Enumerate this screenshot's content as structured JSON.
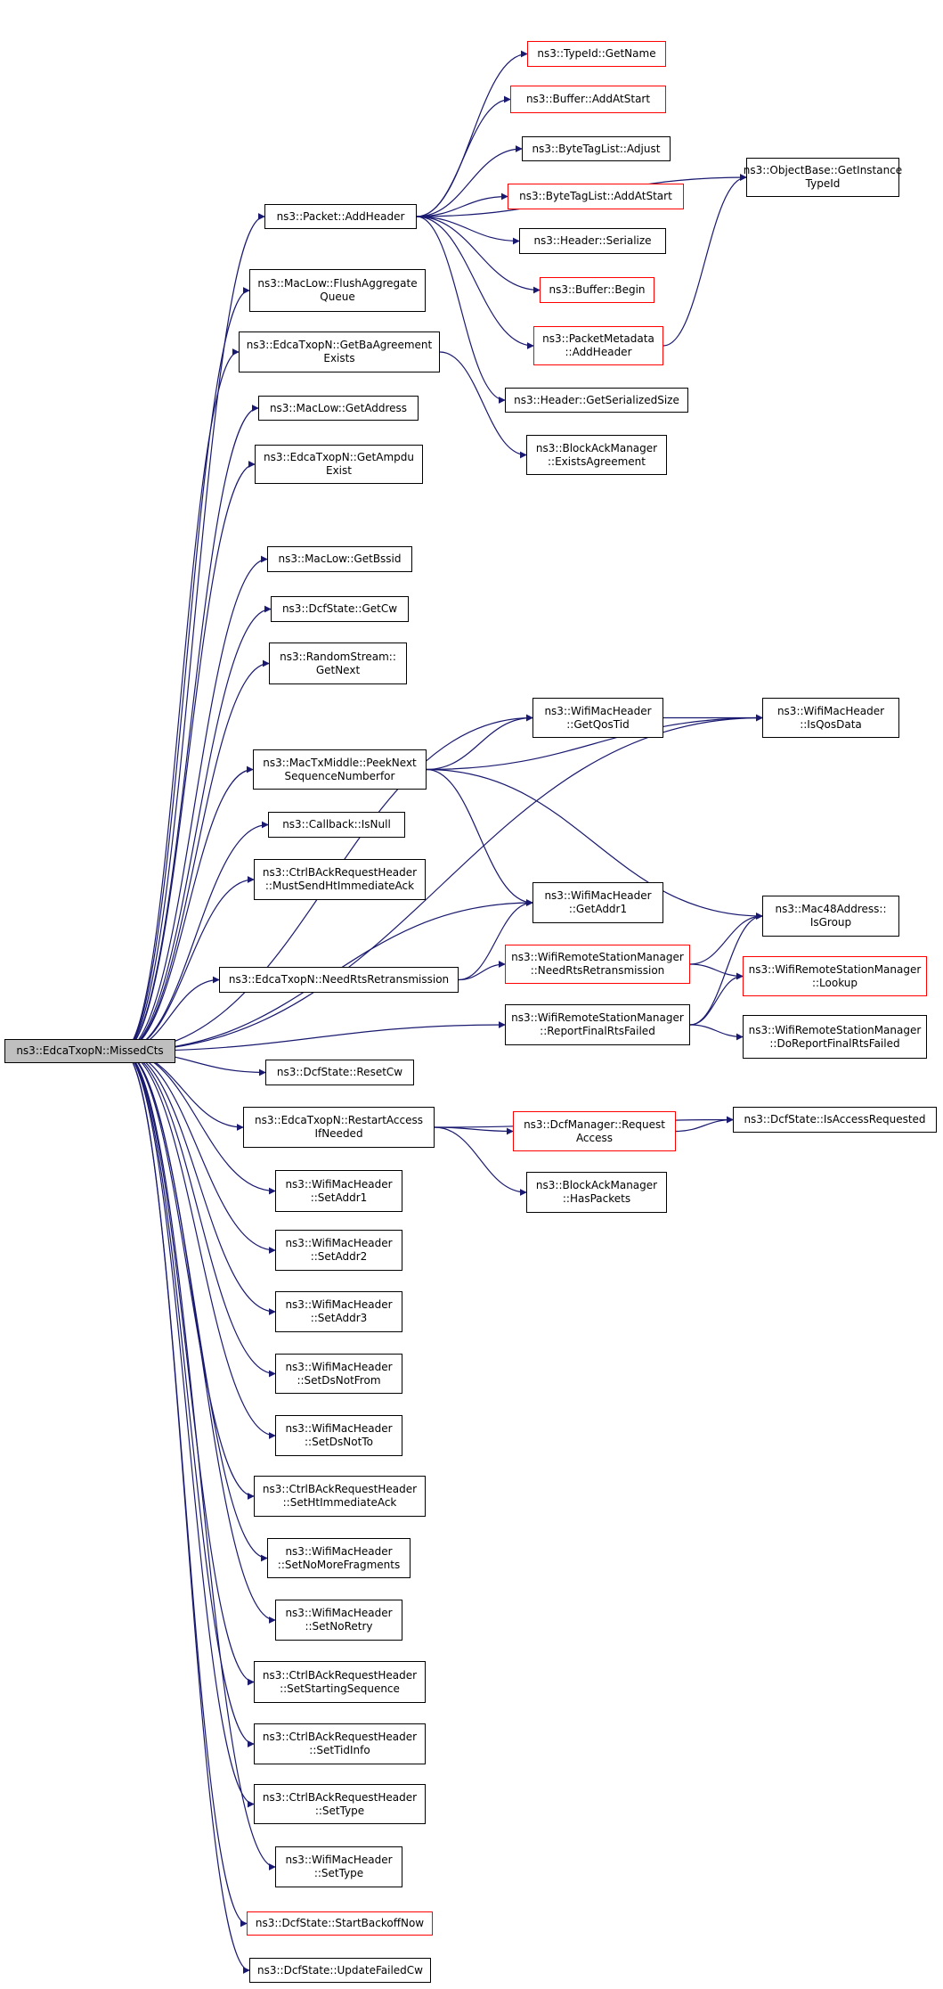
{
  "colors": {
    "edge": "#191970",
    "box_border": "#000000",
    "external_border": "#ff0000",
    "root_fill": "#bfbfbf"
  },
  "nodes": {
    "root": {
      "label": "ns3::EdcaTxopN::MissedCts",
      "style": "root"
    },
    "packet_add_header": {
      "label": "ns3::Packet::AddHeader",
      "style": "normal"
    },
    "typeid_get_name": {
      "label": "ns3::TypeId::GetName",
      "style": "external"
    },
    "buffer_add_at_start": {
      "label": "ns3::Buffer::AddAtStart",
      "style": "external"
    },
    "bytetaglist_adjust": {
      "label": "ns3::ByteTagList::Adjust",
      "style": "normal"
    },
    "bytetaglist_add_at_start": {
      "label": "ns3::ByteTagList::AddAtStart",
      "style": "external"
    },
    "header_serialize": {
      "label": "ns3::Header::Serialize",
      "style": "normal"
    },
    "buffer_begin": {
      "label": "ns3::Buffer::Begin",
      "style": "external"
    },
    "packetmetadata_add_header": {
      "label": "ns3::PacketMetadata\n::AddHeader",
      "style": "external"
    },
    "header_get_serialized_size": {
      "label": "ns3::Header::GetSerializedSize",
      "style": "normal"
    },
    "objectbase_get_instance_typeid": {
      "label": "ns3::ObjectBase::GetInstance\nTypeId",
      "style": "normal"
    },
    "maclow_flush_aggregate_queue": {
      "label": "ns3::MacLow::FlushAggregate\nQueue",
      "style": "normal"
    },
    "edca_get_ba_agreement_exists": {
      "label": "ns3::EdcaTxopN::GetBaAgreement\nExists",
      "style": "normal"
    },
    "blockack_exists_agreement": {
      "label": "ns3::BlockAckManager\n::ExistsAgreement",
      "style": "normal"
    },
    "maclow_get_address": {
      "label": "ns3::MacLow::GetAddress",
      "style": "normal"
    },
    "edca_get_ampdu_exist": {
      "label": "ns3::EdcaTxopN::GetAmpdu\nExist",
      "style": "normal"
    },
    "maclow_get_bssid": {
      "label": "ns3::MacLow::GetBssid",
      "style": "normal"
    },
    "dcfstate_get_cw": {
      "label": "ns3::DcfState::GetCw",
      "style": "normal"
    },
    "randomstream_get_next": {
      "label": "ns3::RandomStream::\nGetNext",
      "style": "normal"
    },
    "wifimacheader_get_qos_tid": {
      "label": "ns3::WifiMacHeader\n::GetQosTid",
      "style": "normal"
    },
    "wifimacheader_is_qos_data": {
      "label": "ns3::WifiMacHeader\n::IsQosData",
      "style": "normal"
    },
    "mactxmiddle_peek_next": {
      "label": "ns3::MacTxMiddle::PeekNext\nSequenceNumberfor",
      "style": "normal"
    },
    "callback_is_null": {
      "label": "ns3::Callback::IsNull",
      "style": "normal"
    },
    "ctrlback_must_send_ht": {
      "label": "ns3::CtrlBAckRequestHeader\n::MustSendHtImmediateAck",
      "style": "normal"
    },
    "wifimacheader_get_addr1": {
      "label": "ns3::WifiMacHeader\n::GetAddr1",
      "style": "normal"
    },
    "mac48_is_group": {
      "label": "ns3::Mac48Address::\nIsGroup",
      "style": "normal"
    },
    "edca_need_rts_retransmission": {
      "label": "ns3::EdcaTxopN::NeedRtsRetransmission",
      "style": "normal"
    },
    "wrsm_need_rts_retransmission": {
      "label": "ns3::WifiRemoteStationManager\n::NeedRtsRetransmission",
      "style": "external"
    },
    "wrsm_lookup": {
      "label": "ns3::WifiRemoteStationManager\n::Lookup",
      "style": "external"
    },
    "wrsm_report_final_rts_failed": {
      "label": "ns3::WifiRemoteStationManager\n::ReportFinalRtsFailed",
      "style": "normal"
    },
    "wrsm_do_report_final_rts_failed": {
      "label": "ns3::WifiRemoteStationManager\n::DoReportFinalRtsFailed",
      "style": "normal"
    },
    "dcfstate_reset_cw": {
      "label": "ns3::DcfState::ResetCw",
      "style": "normal"
    },
    "edca_restart_access_if_needed": {
      "label": "ns3::EdcaTxopN::RestartAccess\nIfNeeded",
      "style": "normal"
    },
    "dcfmanager_request_access": {
      "label": "ns3::DcfManager::Request\nAccess",
      "style": "external"
    },
    "dcfstate_is_access_requested": {
      "label": "ns3::DcfState::IsAccessRequested",
      "style": "normal"
    },
    "blockack_has_packets": {
      "label": "ns3::BlockAckManager\n::HasPackets",
      "style": "normal"
    },
    "wifimacheader_set_addr1": {
      "label": "ns3::WifiMacHeader\n::SetAddr1",
      "style": "normal"
    },
    "wifimacheader_set_addr2": {
      "label": "ns3::WifiMacHeader\n::SetAddr2",
      "style": "normal"
    },
    "wifimacheader_set_addr3": {
      "label": "ns3::WifiMacHeader\n::SetAddr3",
      "style": "normal"
    },
    "wifimacheader_set_ds_not_from": {
      "label": "ns3::WifiMacHeader\n::SetDsNotFrom",
      "style": "normal"
    },
    "wifimacheader_set_ds_not_to": {
      "label": "ns3::WifiMacHeader\n::SetDsNotTo",
      "style": "normal"
    },
    "ctrlback_set_ht_immediate_ack": {
      "label": "ns3::CtrlBAckRequestHeader\n::SetHtImmediateAck",
      "style": "normal"
    },
    "wifimacheader_set_no_more_fragments": {
      "label": "ns3::WifiMacHeader\n::SetNoMoreFragments",
      "style": "normal"
    },
    "wifimacheader_set_no_retry": {
      "label": "ns3::WifiMacHeader\n::SetNoRetry",
      "style": "normal"
    },
    "ctrlback_set_starting_sequence": {
      "label": "ns3::CtrlBAckRequestHeader\n::SetStartingSequence",
      "style": "normal"
    },
    "ctrlback_set_tid_info": {
      "label": "ns3::CtrlBAckRequestHeader\n::SetTidInfo",
      "style": "normal"
    },
    "ctrlback_set_type": {
      "label": "ns3::CtrlBAckRequestHeader\n::SetType",
      "style": "normal"
    },
    "wifimacheader_set_type": {
      "label": "ns3::WifiMacHeader\n::SetType",
      "style": "normal"
    },
    "dcfstate_start_backoff_now": {
      "label": "ns3::DcfState::StartBackoffNow",
      "style": "external"
    },
    "dcfstate_update_failed_cw": {
      "label": "ns3::DcfState::UpdateFailedCw",
      "style": "normal"
    }
  },
  "edges": [
    [
      "root",
      "packet_add_header"
    ],
    [
      "root",
      "maclow_flush_aggregate_queue"
    ],
    [
      "root",
      "edca_get_ba_agreement_exists"
    ],
    [
      "root",
      "maclow_get_address"
    ],
    [
      "root",
      "edca_get_ampdu_exist"
    ],
    [
      "root",
      "wifimacheader_is_qos_data"
    ],
    [
      "root",
      "maclow_get_bssid"
    ],
    [
      "root",
      "dcfstate_get_cw"
    ],
    [
      "root",
      "randomstream_get_next"
    ],
    [
      "root",
      "wifimacheader_get_qos_tid"
    ],
    [
      "root",
      "mactxmiddle_peek_next"
    ],
    [
      "root",
      "callback_is_null"
    ],
    [
      "root",
      "ctrlback_must_send_ht"
    ],
    [
      "root",
      "wifimacheader_get_addr1"
    ],
    [
      "root",
      "edca_need_rts_retransmission"
    ],
    [
      "root",
      "wrsm_report_final_rts_failed"
    ],
    [
      "root",
      "dcfstate_reset_cw"
    ],
    [
      "root",
      "edca_restart_access_if_needed"
    ],
    [
      "root",
      "wifimacheader_set_addr1"
    ],
    [
      "root",
      "wifimacheader_set_addr2"
    ],
    [
      "root",
      "wifimacheader_set_addr3"
    ],
    [
      "root",
      "wifimacheader_set_ds_not_from"
    ],
    [
      "root",
      "wifimacheader_set_ds_not_to"
    ],
    [
      "root",
      "ctrlback_set_ht_immediate_ack"
    ],
    [
      "root",
      "wifimacheader_set_no_more_fragments"
    ],
    [
      "root",
      "wifimacheader_set_no_retry"
    ],
    [
      "root",
      "ctrlback_set_starting_sequence"
    ],
    [
      "root",
      "ctrlback_set_tid_info"
    ],
    [
      "root",
      "ctrlback_set_type"
    ],
    [
      "root",
      "wifimacheader_set_type"
    ],
    [
      "root",
      "dcfstate_start_backoff_now"
    ],
    [
      "root",
      "dcfstate_update_failed_cw"
    ],
    [
      "packet_add_header",
      "typeid_get_name"
    ],
    [
      "packet_add_header",
      "buffer_add_at_start"
    ],
    [
      "packet_add_header",
      "bytetaglist_adjust"
    ],
    [
      "packet_add_header",
      "bytetaglist_add_at_start"
    ],
    [
      "packet_add_header",
      "header_serialize"
    ],
    [
      "packet_add_header",
      "buffer_begin"
    ],
    [
      "packet_add_header",
      "packetmetadata_add_header"
    ],
    [
      "packet_add_header",
      "header_get_serialized_size"
    ],
    [
      "packet_add_header",
      "objectbase_get_instance_typeid"
    ],
    [
      "packetmetadata_add_header",
      "objectbase_get_instance_typeid"
    ],
    [
      "edca_get_ba_agreement_exists",
      "blockack_exists_agreement"
    ],
    [
      "wifimacheader_get_qos_tid",
      "wifimacheader_is_qos_data"
    ],
    [
      "mactxmiddle_peek_next",
      "wifimacheader_get_qos_tid"
    ],
    [
      "mactxmiddle_peek_next",
      "wifimacheader_is_qos_data"
    ],
    [
      "mactxmiddle_peek_next",
      "wifimacheader_get_addr1"
    ],
    [
      "mactxmiddle_peek_next",
      "mac48_is_group"
    ],
    [
      "edca_need_rts_retransmission",
      "wifimacheader_get_addr1"
    ],
    [
      "edca_need_rts_retransmission",
      "wrsm_need_rts_retransmission"
    ],
    [
      "wrsm_need_rts_retransmission",
      "mac48_is_group"
    ],
    [
      "wrsm_need_rts_retransmission",
      "wrsm_lookup"
    ],
    [
      "wrsm_report_final_rts_failed",
      "mac48_is_group"
    ],
    [
      "wrsm_report_final_rts_failed",
      "wrsm_lookup"
    ],
    [
      "wrsm_report_final_rts_failed",
      "wrsm_do_report_final_rts_failed"
    ],
    [
      "edca_restart_access_if_needed",
      "dcfmanager_request_access"
    ],
    [
      "edca_restart_access_if_needed",
      "dcfstate_is_access_requested"
    ],
    [
      "edca_restart_access_if_needed",
      "blockack_has_packets"
    ],
    [
      "dcfmanager_request_access",
      "dcfstate_is_access_requested"
    ]
  ]
}
